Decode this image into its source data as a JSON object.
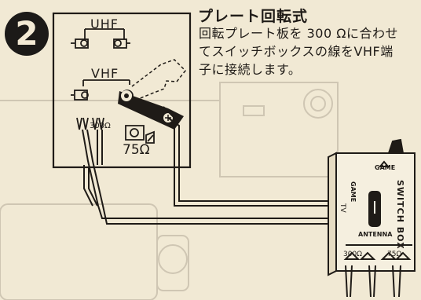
{
  "step": {
    "number": "2"
  },
  "heading": {
    "title": "プレート回転式",
    "lines": [
      "回転プレート板を 300 Ωに合わせ",
      "てスイッチボックスの線をVHF端",
      "子に接続します。"
    ]
  },
  "diagram": {
    "uhf_label": "UHF",
    "vhf_label": "VHF",
    "ohm_300_label": "300Ω",
    "ohm_75_label": "75Ω"
  },
  "switch_box": {
    "title": "SWITCH BOX",
    "game_top_label": "GAME",
    "game_side_label": "GAME",
    "antenna_label": "ANTENNA",
    "tv_label": "TV",
    "port_300_label": "300Ω",
    "port_75_label": "75Ω"
  },
  "colors": {
    "paper": "#f1e9d4",
    "ink": "#1f1b17",
    "faded_print": "#c9c0ae"
  }
}
